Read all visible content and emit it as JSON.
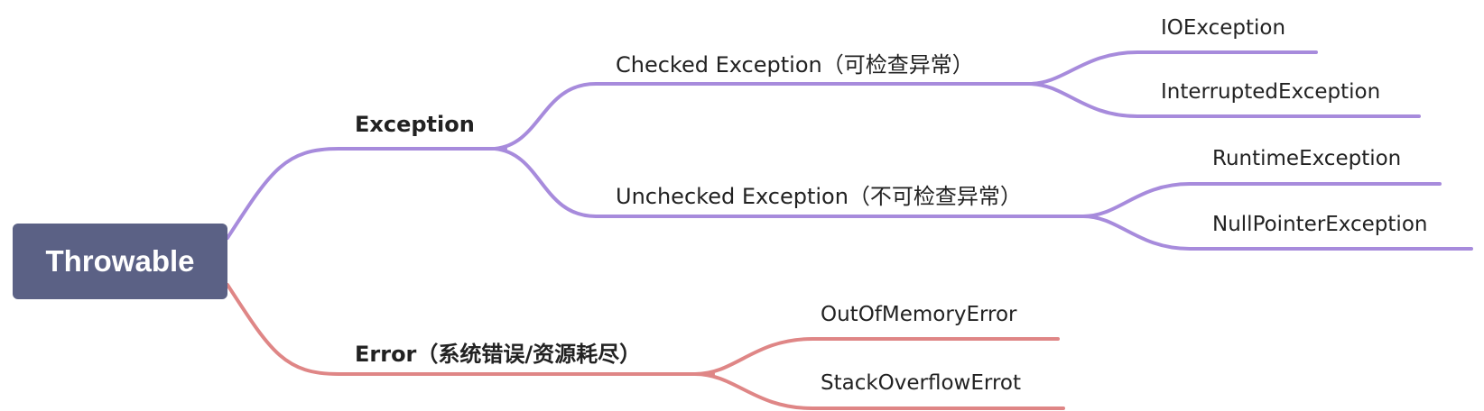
{
  "root": {
    "label": "Throwable"
  },
  "colors": {
    "root_fill": "#5b6185",
    "exception_branch": "#a78bdc",
    "error_branch": "#df8686",
    "text": "#222222"
  },
  "exception": {
    "label": "Exception",
    "checked": {
      "label": "Checked Exception（可检查异常）",
      "children": [
        "IOException",
        "InterruptedException"
      ]
    },
    "unchecked": {
      "label": "Unchecked Exception（不可检查异常）",
      "children": [
        "RuntimeException",
        "NullPointerException"
      ]
    }
  },
  "error": {
    "label": "Error（系统错误/资源耗尽）",
    "children": [
      "OutOfMemoryError",
      "StackOverflowErrot"
    ]
  }
}
